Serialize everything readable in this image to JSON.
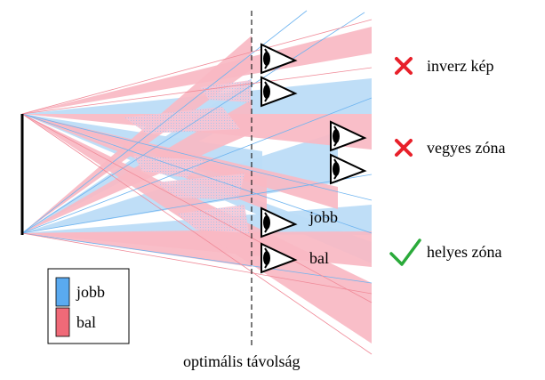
{
  "labels": {
    "eye_right": "jobb",
    "eye_left": "bal",
    "optimal_distance": "optimális távolság"
  },
  "zones": [
    {
      "text": "inverz kép",
      "status": "wrong"
    },
    {
      "text": "vegyes zóna",
      "status": "wrong"
    },
    {
      "text": "helyes zóna",
      "status": "correct"
    }
  ],
  "legend": [
    {
      "label": "jobb",
      "color": "#5aaaf0"
    },
    {
      "label": "bal",
      "color": "#f06a78"
    }
  ],
  "colors": {
    "right_fill": "#bcdcf7",
    "left_fill": "#f9b9c3",
    "right_line": "#6eb4f0",
    "left_line": "#f08a98",
    "cross": "#e8202a",
    "check": "#2aaa3a"
  },
  "icons": {
    "wrong": "cross-icon",
    "correct": "check-icon",
    "eye": "eye-icon"
  }
}
